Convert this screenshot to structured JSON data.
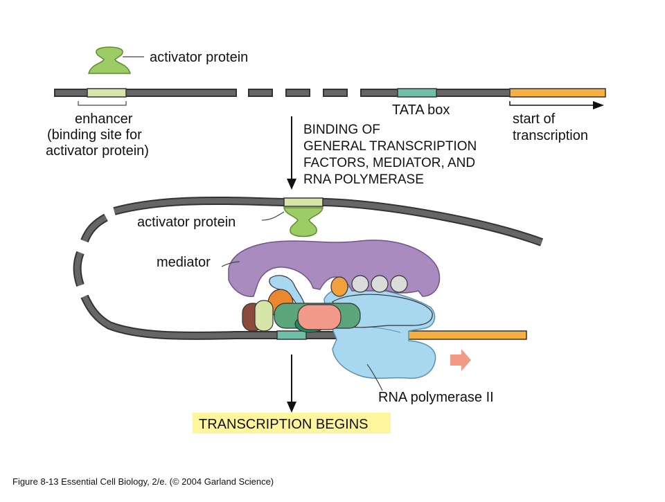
{
  "labels": {
    "activator_top": "activator protein",
    "enhancer_line1": "enhancer",
    "enhancer_line2": "(binding site for",
    "enhancer_line3": "activator protein)",
    "tata_box": "TATA box",
    "start_line1": "start of",
    "start_line2": "transcription",
    "activator_bottom": "activator protein",
    "mediator": "mediator",
    "rna_pol": "RNA polymerase II"
  },
  "step_caption": [
    "BINDING OF",
    "GENERAL TRANSCRIPTION",
    "FACTORS, MEDIATOR, AND",
    "RNA POLYMERASE"
  ],
  "result_banner": "TRANSCRIPTION BEGINS",
  "figure_caption": "Figure 8-13  Essential Cell Biology, 2/e. (© 2004 Garland Science)",
  "colors": {
    "dna": "#666666",
    "dna_outline": "#333333",
    "enhancer": "#d7e6a8",
    "tata": "#6fbfa8",
    "transcribed": "#f5b041",
    "activator": "#9ccc65",
    "mediator": "#a98bc0",
    "polymerase": "#a8d8f0",
    "banner_bg": "#fff59d",
    "direction_arrow": "#f29a85"
  }
}
